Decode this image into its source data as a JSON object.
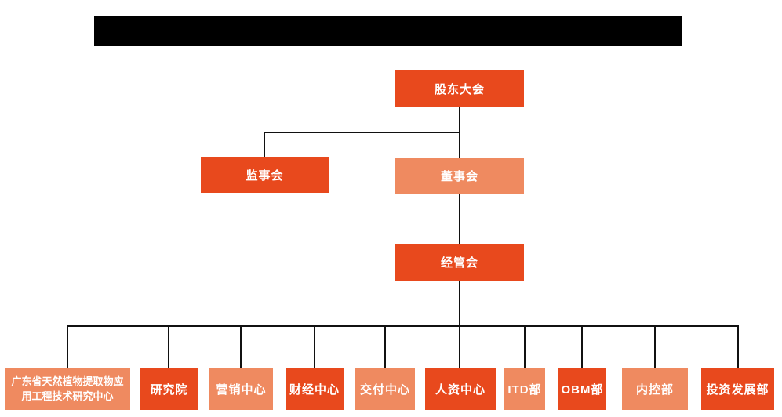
{
  "palette": {
    "primary": "#E8491D",
    "secondary": "#EF8A60",
    "line": "#111111",
    "background": "#FFFFFF",
    "node_text": "#FFFFFF",
    "redaction": "#000000"
  },
  "header": {
    "redacted": true
  },
  "org_chart": {
    "root": {
      "label": "股东大会",
      "variant": "primary"
    },
    "level2": [
      {
        "label": "监事会",
        "variant": "primary"
      },
      {
        "label": "董事会",
        "variant": "secondary"
      }
    ],
    "level3": {
      "label": "经管会",
      "variant": "primary"
    },
    "departments": [
      {
        "label": "广东省天然植物提取物应用工程技术研究中心",
        "variant": "secondary"
      },
      {
        "label": "研究院",
        "variant": "primary"
      },
      {
        "label": "营销中心",
        "variant": "secondary"
      },
      {
        "label": "财经中心",
        "variant": "primary"
      },
      {
        "label": "交付中心",
        "variant": "secondary"
      },
      {
        "label": "人资中心",
        "variant": "primary"
      },
      {
        "label": "ITD部",
        "variant": "secondary"
      },
      {
        "label": "OBM部",
        "variant": "primary"
      },
      {
        "label": "内控部",
        "variant": "secondary"
      },
      {
        "label": "投资发展部",
        "variant": "primary"
      }
    ]
  }
}
